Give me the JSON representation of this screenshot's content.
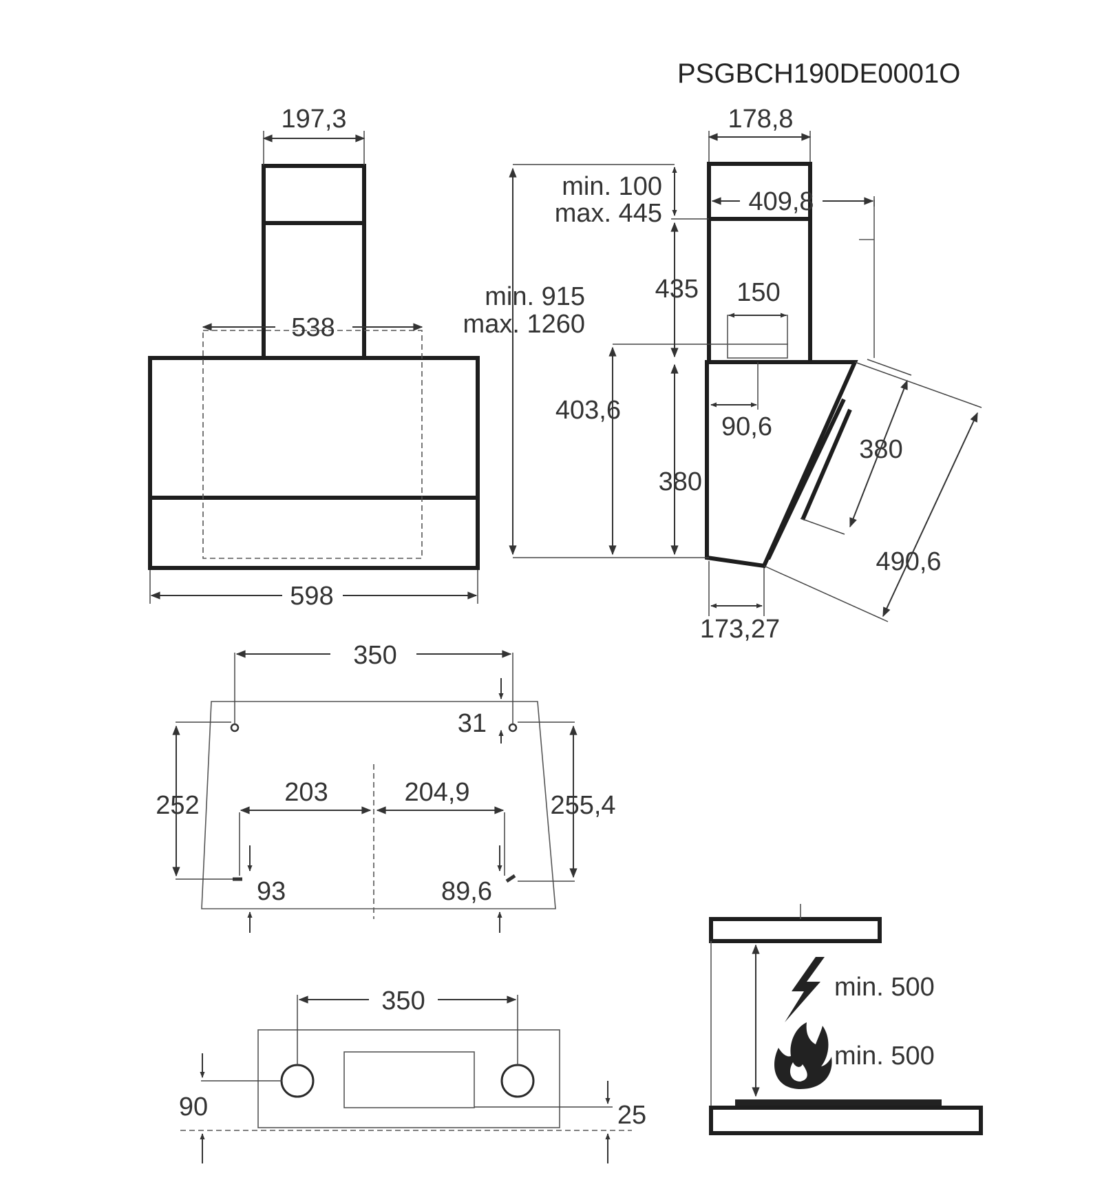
{
  "drawing_code": "PSGBCH190DE0001O",
  "front_view": {
    "chimney_width": "197,3",
    "inner_width": "538",
    "total_width": "598"
  },
  "side_view": {
    "chimney_depth": "178,8",
    "top_gap_min": "min. 100",
    "top_gap_max": "max. 445",
    "total_height_min": "min. 915",
    "total_height_max": "max. 1260",
    "depth": "409,8",
    "chimney_height": "435",
    "outlet_width": "150",
    "body_height": "403,6",
    "outlet_offset": "90,6",
    "glass_height": "380",
    "panel_length": "380",
    "panel_total": "490,6",
    "bottom_depth": "173,27"
  },
  "wall_bracket_view": {
    "hole_spacing": "350",
    "top_offset": "31",
    "left_height": "252",
    "right_height": "255,4",
    "left_half": "203",
    "right_half": "204,9",
    "left_bottom": "93",
    "right_bottom": "89,6"
  },
  "bottom_view": {
    "hole_spacing": "350",
    "left_offset": "90",
    "right_offset": "25"
  },
  "clearance": {
    "electric_min": "min. 500",
    "gas_min": "min. 500"
  }
}
